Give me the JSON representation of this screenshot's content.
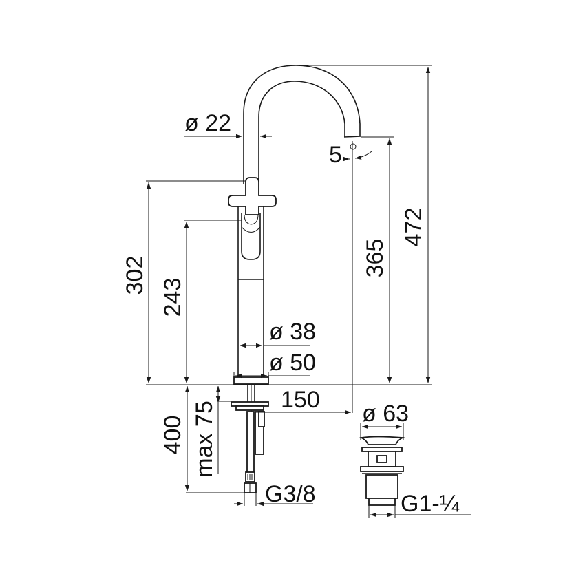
{
  "drawing": {
    "title": "Tall basin mixer with cross handle and pop-up waste - technical drawing",
    "units": "mm",
    "line_color": "#1a1a1a",
    "background": "#ffffff"
  },
  "dimensions": {
    "spout_diameter": "ø 22",
    "spout_angle": "5°",
    "total_height": "472",
    "spout_outlet_height": "365",
    "handle_height": "302",
    "body_height": "243",
    "body_diameter": "ø 38",
    "base_diameter": "ø 50",
    "spout_reach": "150",
    "max_deck_thickness": "max 75",
    "hose_length": "400",
    "hose_connection": "G3/8",
    "waste_diameter": "ø 63",
    "waste_thread": "G1-¼"
  }
}
